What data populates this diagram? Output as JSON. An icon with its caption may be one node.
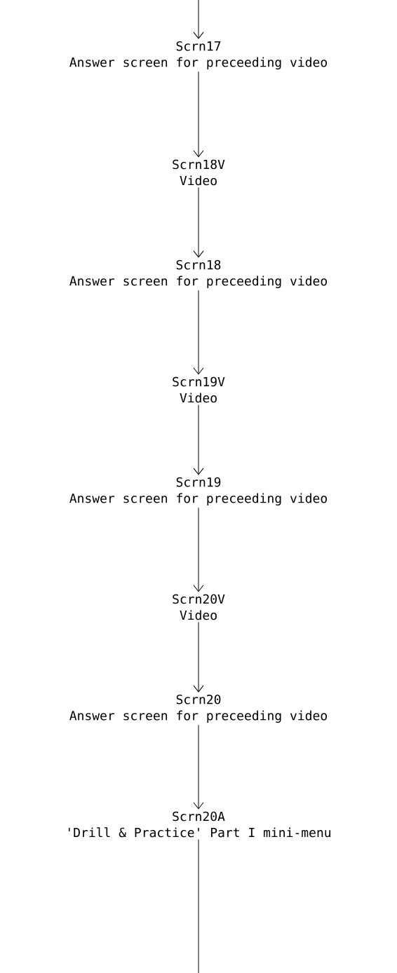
{
  "diagram": {
    "nodes": [
      {
        "text": [
          "Scrn17",
          "Answer screen for preceeding video"
        ]
      },
      {
        "text": [
          "Scrn18V",
          "Video"
        ]
      },
      {
        "text": [
          "Scrn18",
          "Answer screen for preceeding video"
        ]
      },
      {
        "text": [
          "Scrn19V",
          "Video"
        ]
      },
      {
        "text": [
          "Scrn19",
          "Answer screen for preceeding video"
        ]
      },
      {
        "text": [
          "Scrn20V",
          "Video"
        ]
      },
      {
        "text": [
          "Scrn20",
          "Answer screen for preceeding video"
        ]
      },
      {
        "text": [
          "Scrn20A",
          "'Drill & Practice' Part I mini-menu"
        ]
      }
    ],
    "edges": [
      {
        "from": null,
        "to": 0,
        "arrow": "to"
      },
      {
        "from": 0,
        "to": 1,
        "arrow": "to"
      },
      {
        "from": 1,
        "to": 2,
        "arrow": "to"
      },
      {
        "from": 2,
        "to": 3,
        "arrow": "to"
      },
      {
        "from": 3,
        "to": 4,
        "arrow": "to"
      },
      {
        "from": 4,
        "to": 5,
        "arrow": "to"
      },
      {
        "from": 5,
        "to": 6,
        "arrow": "to"
      },
      {
        "from": 6,
        "to": 7,
        "arrow": "to"
      },
      {
        "from": 7,
        "to": null,
        "arrow": "none"
      }
    ]
  }
}
